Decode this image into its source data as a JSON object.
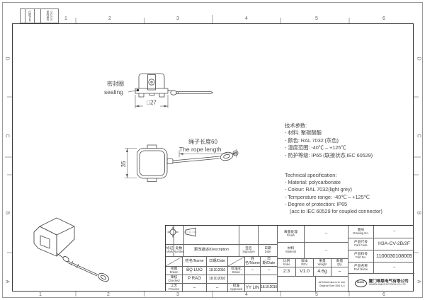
{
  "grid": {
    "top": [
      "1",
      "2",
      "3",
      "4",
      "5",
      "6"
    ],
    "bottom": [
      "1",
      "2",
      "3",
      "4",
      "5",
      "6"
    ],
    "left": [
      "D",
      "C",
      "B",
      "A"
    ],
    "right": [
      "D",
      "C",
      "B",
      "A"
    ]
  },
  "corner_table": {
    "date": "日期/Date",
    "chg_cn": "更改单号",
    "chg_en": "Chg. Doc."
  },
  "views": {
    "top_view": {
      "label_cn": "密封圈",
      "label_en": "sealing",
      "width_dim": "□27"
    },
    "front_view": {
      "height_dim": "35",
      "rope_len_cn": "绳子长度60",
      "rope_len_en": "The rope length"
    }
  },
  "spec_cn": {
    "title": "技术参数:",
    "items": [
      "- 材料: 聚碳酸酯",
      "- 颜色: RAL 7032 (灰色)",
      "- 温度范围: -40℃ – +125℃",
      "- 防护等级: IP65 (联接状态,IEC 60529)"
    ]
  },
  "spec_en": {
    "title": "Technical specification:",
    "items": [
      "- Material: polycarbonate",
      "- Colour: RAL 7032(light grey)",
      "- Temperature range: -40℃ – +125℃",
      "- Degree of protection: IP65",
      "(acc.to IEC 60529 for coupled connector)"
    ]
  },
  "title_block": {
    "rev_header": {
      "mark_cn": "标记",
      "mark_en": "Mark",
      "number_cn": "处数",
      "number_en": "Number",
      "description": "更改描述/Description",
      "sig_cn": "签名",
      "sig_en": "Signature",
      "date_cn": "日期",
      "date_en": "Date"
    },
    "sub_header": {
      "name1": "姓名/Name",
      "date1": "日期/Date",
      "name2": "姓名/Name",
      "date2": "日期/Date"
    },
    "rows": {
      "drawn_cn": "绘图",
      "drawn_en": "Drawn",
      "drawn_name": "BQ LUO",
      "drawn_date": "18.10.2010",
      "checked_cn": "审核",
      "checked_en": "Checked",
      "checked_name": "P RAO",
      "checked_date": "18.10.2010",
      "process_cn": "工艺",
      "process_en": "Process",
      "process_name": "–",
      "process_date": "–",
      "stand_cn": "标准化",
      "stand_en": "Stand.",
      "stand_name": "–",
      "stand_date": "–",
      "approved_cn": "批准",
      "approved_en": "Approved",
      "approved_name": "YY LIN",
      "approved_date": "18.10.2010"
    },
    "info": {
      "finish_cn": "表面处理",
      "finish_en": "Finish",
      "finish_value": "–",
      "material_cn": "材料",
      "material_en": "Material",
      "material_value": "–",
      "scale_cn": "比例",
      "scale_en": "Scale",
      "scale_value": "2:3",
      "rev_cn": "版本",
      "rev_en": "REV.",
      "rev_value": "V1.0",
      "weight_cn": "重量",
      "weight_en": "Weight",
      "weight_value": "4.6g",
      "qty_cn": "数量",
      "qty_en": "Qty.",
      "qty_value": "–",
      "drawing_no_cn": "图号",
      "drawing_no_en": "Drawing No.",
      "drawing_no_value": "–",
      "part_code_cn": "产品代号",
      "part_code_en": "Part Code",
      "part_code_value": "H3A-CV-2B/2F",
      "part_no_cn": "产品料号",
      "part_no_en": "Part No.",
      "part_no_value": "1100030108005",
      "part_name_cn": "产品名称",
      "part_name_en": "Part Name",
      "part_name_value": "–"
    },
    "notes": {
      "dims": "All Dimensions in mm",
      "size": "Original Size DIN A 4"
    },
    "company": {
      "logo": "WAIN",
      "name_cn": "厦门唯恩电气有限公司",
      "name_en": "XIAMEN WAIN ELECTRICAL CO.,LTD"
    }
  }
}
